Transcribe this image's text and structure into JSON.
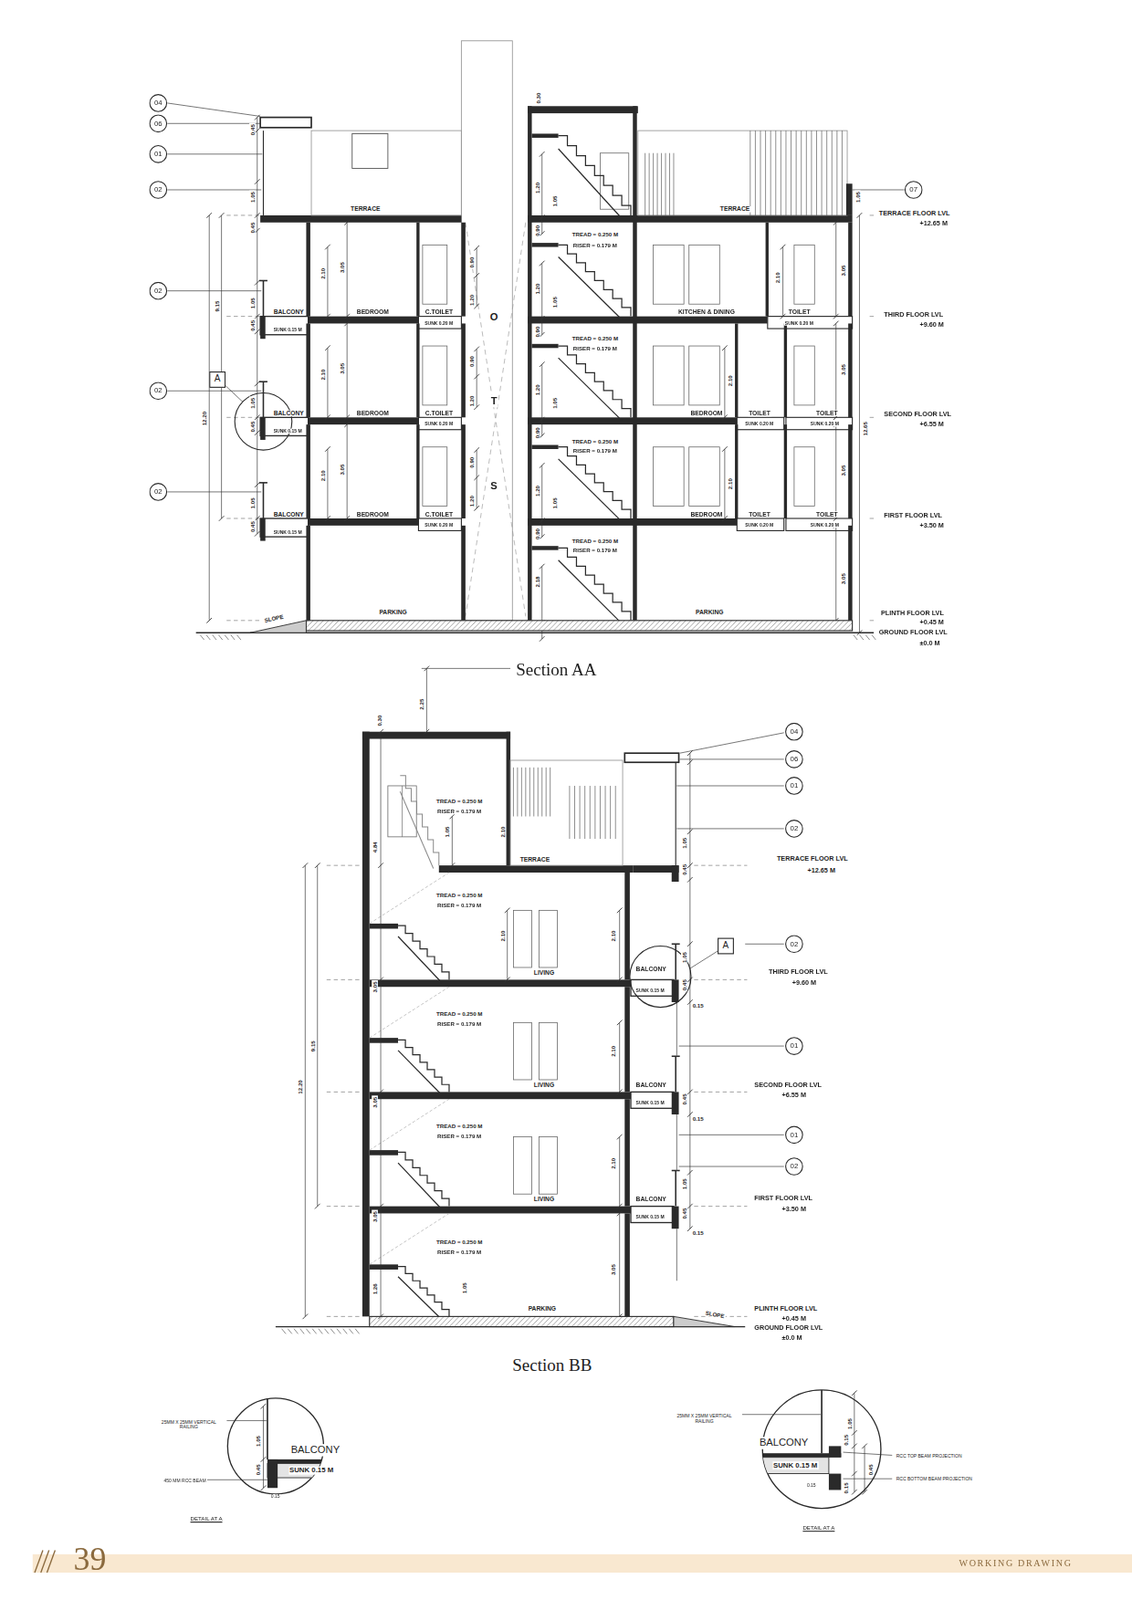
{
  "diagram": {
    "nodes": [
      {
        "text": [
          "04"
        ]
      },
      {
        "text": [
          "06"
        ]
      },
      {
        "text": [
          "01"
        ]
      },
      {
        "text": [
          "02"
        ]
      },
      {
        "text": [
          "07"
        ]
      },
      {
        "text": [
          "02"
        ]
      },
      {
        "text": [
          "A"
        ]
      },
      {
        "text": [
          "02"
        ]
      },
      {
        "text": [
          "02"
        ]
      },
      {
        "text": [
          "04"
        ]
      },
      {
        "text": [
          "06"
        ]
      },
      {
        "text": [
          "01"
        ]
      },
      {
        "text": [
          "02"
        ]
      },
      {
        "text": [
          "A"
        ]
      },
      {
        "text": [
          "02"
        ]
      },
      {
        "text": [
          "01"
        ]
      },
      {
        "text": [
          "01"
        ]
      },
      {
        "text": [
          "02"
        ]
      }
    ],
    "labels": [
      "Section AA",
      "0.45",
      "1.05",
      "0.45",
      "1.05",
      "0.45",
      "1.05",
      "0.45",
      "1.05",
      "0.45",
      "9.15",
      "12.20",
      "TERRACE",
      "TERRACE",
      "BALCONY",
      "BEDROOM",
      "C.TOILET",
      "SUNK 0.15 M",
      "SUNK 0.20 M",
      "KITCHEN & DINING",
      "TOILET",
      "SUNK 0.20 M",
      "BALCONY",
      "BEDROOM",
      "C.TOILET",
      "SUNK 0.15 M",
      "SUNK 0.20 M",
      "BEDROOM",
      "TOILET",
      "TOILET",
      "SUNK 0.20 M",
      "SUNK 0.20 M",
      "BALCONY",
      "BEDROOM",
      "C.TOILET",
      "SUNK 0.15 M",
      "SUNK 0.20 M",
      "BEDROOM",
      "TOILET",
      "TOILET",
      "SUNK 0.20 M",
      "SUNK 0.20 M",
      "2.10",
      "3.05",
      "2.10",
      "3.05",
      "2.10",
      "3.05",
      "0.90",
      "1.20",
      "0.90",
      "1.20",
      "0.90",
      "1.20",
      "O",
      "T",
      "S",
      "0.30",
      "1.20",
      "1.05",
      "0.90",
      "TREAD = 0.250 M",
      "RISER = 0.179 M",
      "1.20",
      "1.05",
      "0.90",
      "TREAD = 0.250 M",
      "RISER = 0.179 M",
      "1.20",
      "1.05",
      "0.90",
      "TREAD = 0.250 M",
      "RISER = 0.179 M",
      "1.20",
      "1.05",
      "0.90",
      "TREAD = 0.250 M",
      "RISER = 0.179 M",
      "2.18",
      "2.10",
      "3.05",
      "2.10",
      "3.05",
      "2.10",
      "3.05",
      "3.05",
      "1.05",
      "12.65",
      "PARKING",
      "PARKING",
      "SLOPE",
      "TERRACE FLOOR LVL",
      "+12.65 M",
      "THIRD FLOOR LVL",
      "+9.60 M",
      "SECOND FLOOR LVL",
      "+6.55 M",
      "FIRST FLOOR LVL",
      "+3.50 M",
      "PLINTH FLOOR LVL",
      "+0.45 M",
      "GROUND FLOOR LVL",
      "±0.0 M",
      "Section BB",
      "2.25",
      "0.30",
      "TREAD = 0.250 M",
      "RISER = 0.179 M",
      "4.84",
      "1.05",
      "2.10",
      "TERRACE",
      "1.05",
      "0.45",
      "TERRACE FLOOR LVL",
      "+12.65 M",
      "TREAD = 0.250 M",
      "RISER = 0.179 M",
      "2.10",
      "2.10",
      "LIVING",
      "BALCONY",
      "SUNK 0.15 M",
      "1.05",
      "0.45",
      "0.15",
      "THIRD FLOOR LVL",
      "+9.60 M",
      "3.05",
      "9.15",
      "12.20",
      "TREAD = 0.250 M",
      "RISER = 0.179 M",
      "2.10",
      "LIVING",
      "BALCONY",
      "SUNK 0.15 M",
      "0.45",
      "0.15",
      "SECOND FLOOR LVL",
      "+6.55 M",
      "3.05",
      "TREAD = 0.250 M",
      "RISER = 0.179 M",
      "2.10",
      "LIVING",
      "BALCONY",
      "SUNK 0.15 M",
      "1.05",
      "0.45",
      "0.15",
      "FIRST FLOOR LVL",
      "+3.50 M",
      "3.05",
      "TREAD = 0.250 M",
      "RISER = 0.179 M",
      "1.26",
      "1.05",
      "3.05",
      "PARKING",
      "SLOPE",
      "PLINTH FLOOR LVL",
      "+0.45 M",
      "GROUND FLOOR LVL",
      "±0.0 M",
      "25MM X 25MM VERTICAL RAILING",
      "1.05",
      "BALCONY",
      "0.45",
      "SUNK 0.15 M",
      "450 MM RCC BEAM",
      "0.15",
      "DETAIL AT A",
      "25MM X 25MM VERTICAL RAILING",
      "1.05",
      "0.15",
      "BALCONY",
      "RCC TOP BEAM PROJECTION",
      "0.45",
      "RCC BOTTOM BEAM PROJECTION",
      "SUNK 0.15 M",
      "0.15",
      "0.15",
      "DETAIL AT A",
      "39",
      "WORKING DRAWING"
    ]
  }
}
